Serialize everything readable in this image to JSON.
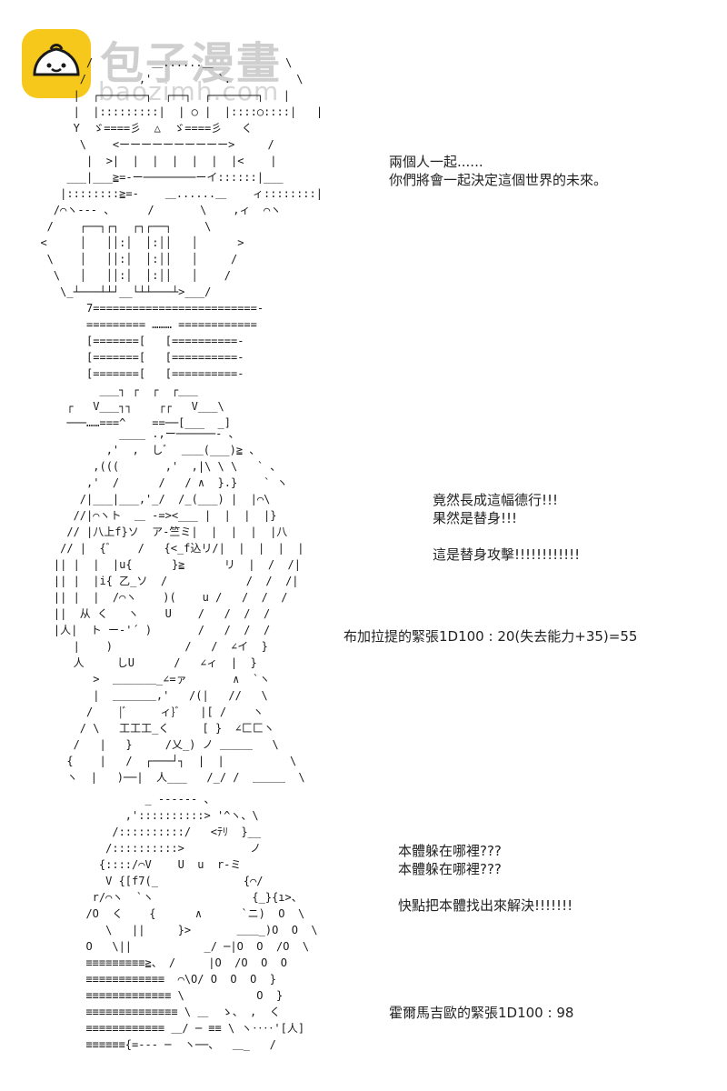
{
  "watermark": {
    "name_cn": "包子漫畫",
    "name_en": "baozimh.com"
  },
  "colors": {
    "logo_bg": "#f6c81c",
    "logo_stroke": "#1a1a1a",
    "watermark": "#cfcfcf"
  },
  "panel1": {
    "lines": [
      "兩個人一起......",
      "你們將會一起決定這個世界的未來。"
    ]
  },
  "panel2": {
    "lines": [
      "竟然長成這幅德行!!!",
      "果然是替身!!!",
      "",
      "這是替身攻擊!!!!!!!!!!!!"
    ],
    "roll": "布加拉提的緊張1D100 : 20(失去能力+35)=55"
  },
  "panel3": {
    "lines": [
      "本體躲在哪裡???",
      "本體躲在哪裡???",
      "",
      "快點把本體找出來解決!!!!!!!"
    ],
    "roll": "霍爾馬吉歐的緊張1D100 : 98"
  },
  "ascii_art": {
    "figure1": "         /         ＿......＿           \\\n        /        ,'          `.          \\\n       |  ┌───────┐  ┌──┐  ┌───────┐   |\n       |  |:::::::::|  | ○ |  |::::○::::|   |\n       Y  ゞ====彡  △  ゞ====彡   く\n        \\    <ーーーーーーーーーー>     /\n         |  >|  |  |  |  |  |  |<    |\n      ___|___≧=-ー────────ーイ::::::|___\n     |::::::::≧=-    ＿......＿    ィ::::::::|\n    /⌒ヽ-‐- 、     /       \\    ,ィ  ⌒ヽ\n   /    ┌──┐┌┐  ┌┐┌──┐     \\\n  <     │   ││:│  │:││   │      >\n   \\    │   ││:│  │:││   │     /\n    \\   │   ││:│  │:││   │    /\n     \\_┴───┴┴┘__└┴┴───┴>___/\n         7=========================-\n         ========= ……… ============\n         [=======[   [==========-\n         [=======[   [==========-\n         [=======[   [==========-\n           ___┐ ┌  ┌  ┌___\n      ┌   V___┐┐    ┌┌   V___\\\n      ───……===^    ==──[___  _]",
    "figure2": "              ____ .,ー──────- 、\n            ,'  ,  しﾞ  ＿＿(___)≧ 、\n          ,(((       ,'  ,|\\ \\ \\   ` 、\n         ,'  /      /   / ∧  }.}    ` ヽ\n        /|___|___,'_/  /_(___) |  |⌒\\\n       //|⌒ヽト  ＿ -=><___ |  |  |  |}\n      // |八上f}ソ  ア-竺ミ|  |  |  |  |八\n     // |  {ﾞ    /   {<_f込リ/|  |  |  |  |\n    || |  |  |u{      }≧      リ  |  /  /|\n    || |  |i{ 乙_ソ  /            /  /  /|\n    || |  |  /⌒ヽ    )(    u /   /  /  /\n    ||  从 く   ヽ    U    /   /  /  /\n    |人|  ト ー‐'´ )       /   /  /  /\n       |    )           /   /  ∠イ  }\n       人     しU      /   ∠ィ  |  }\n          >  ＿＿＿＿_∠=ァ       ∧  `ヽ\n          |  ＿＿＿＿,'   /(|   //   \\\n         /    |ﾞ     ィ}ﾞ   |[ /    ヽ\n        / \\   工工工_く     [ }  ∠匚匚ヽ\n       /   |   }     /乂_) ノ ＿＿＿   \\\n      {    |   /  ┌───┘┐  |  |          \\\n      ヽ  |   )──|  人___   /_/ /  ＿＿＿  \\",
    "figure3": "           _ -‐‐‐‐‐ 、\n        ,'::::::::::> '^ヽ、\\\n      /::::::::::/   <ﾃﾘ  }__\n     /::::::::::>          ノ\n    {::::/⌒V    U  u  r‐ミ\n     V {[f7(_             {⌒/\n   r/⌒ヽ  `ヽ               {_}{ı>、\n  /O  く    {      ∧      `ニ)  O  \\\n     \\   ||     }>       ＿＿_)O  O  \\\n  O   \\||           _/ ─|O  O  /O  \\\n  ≡≡≡≡≡≡≡≡≡≧、 /     |O  /O  O  O\n  ≡≡≡≡≡≡≡≡≡≡≡≡  ⌒\\O/ O  O  O  }\n  ≡≡≡≡≡≡≡≡≡≡≡≡≡ \\           O  }\n  ≡≡≡≡≡≡≡≡≡≡≡≡≡≡ \\ ＿  ゝ、 ,  く\n  ≡≡≡≡≡≡≡≡≡≡≡≡ ＿/ ─ ≡≡ \\ ヽ‥‥'[人]\n  ≡≡≡≡≡≡{=--- ─  ヽ──、  ＿_   /"
  }
}
